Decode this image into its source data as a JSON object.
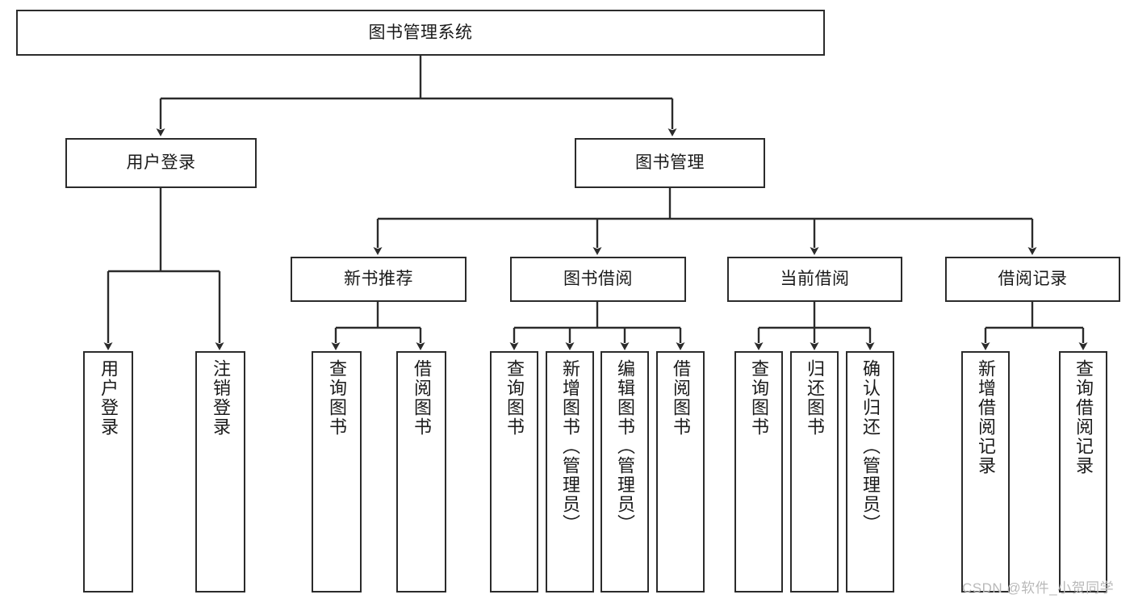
{
  "diagram": {
    "type": "tree-hierarchy",
    "root": {
      "id": "root",
      "label": "图书管理系统",
      "orientation": "horizontal"
    },
    "level1": [
      {
        "id": "user-login",
        "label": "用户登录",
        "orientation": "horizontal"
      },
      {
        "id": "book-management",
        "label": "图书管理",
        "orientation": "horizontal"
      }
    ],
    "level2": [
      {
        "id": "new-book-recommend",
        "label": "新书推荐",
        "orientation": "horizontal",
        "parent": "book-management"
      },
      {
        "id": "book-borrow",
        "label": "图书借阅",
        "orientation": "horizontal",
        "parent": "book-management"
      },
      {
        "id": "current-borrow",
        "label": "当前借阅",
        "orientation": "horizontal",
        "parent": "book-management"
      },
      {
        "id": "borrow-record",
        "label": "借阅记录",
        "orientation": "horizontal",
        "parent": "book-management"
      }
    ],
    "leaves": [
      {
        "id": "leaf-user-login",
        "label": "用户登录",
        "parent": "user-login"
      },
      {
        "id": "leaf-logout",
        "label": "注销登录",
        "parent": "user-login"
      },
      {
        "id": "leaf-query-book-1",
        "label": "查询图书",
        "parent": "new-book-recommend"
      },
      {
        "id": "leaf-borrow-book-1",
        "label": "借阅图书",
        "parent": "new-book-recommend"
      },
      {
        "id": "leaf-query-book-2",
        "label": "查询图书",
        "parent": "book-borrow"
      },
      {
        "id": "leaf-add-book",
        "label": "新增图书（管理员）",
        "parent": "book-borrow"
      },
      {
        "id": "leaf-edit-book",
        "label": "编辑图书（管理员）",
        "parent": "book-borrow"
      },
      {
        "id": "leaf-borrow-book-2",
        "label": "借阅图书",
        "parent": "book-borrow"
      },
      {
        "id": "leaf-query-book-3",
        "label": "查询图书",
        "parent": "current-borrow"
      },
      {
        "id": "leaf-return-book",
        "label": "归还图书",
        "parent": "current-borrow"
      },
      {
        "id": "leaf-confirm-return",
        "label": "确认归还（管理员）",
        "parent": "current-borrow"
      },
      {
        "id": "leaf-add-record",
        "label": "新增借阅记录",
        "parent": "borrow-record"
      },
      {
        "id": "leaf-query-record",
        "label": "查询借阅记录",
        "parent": "borrow-record"
      }
    ],
    "colors": {
      "stroke": "#2b2b2b",
      "fill": "#ffffff",
      "text": "#1a1a1a",
      "watermark": "#b9b9b9"
    }
  },
  "watermark": {
    "text": "CSDN @软件_小贺同学"
  }
}
